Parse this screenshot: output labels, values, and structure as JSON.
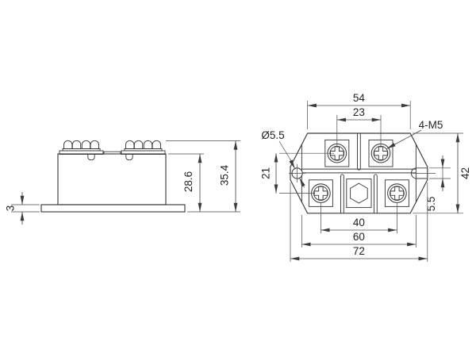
{
  "drawing": {
    "side_view": {
      "base_thickness": "3",
      "body_height": "28.6",
      "overall_height": "35.4"
    },
    "top_view": {
      "terminal_span": "54",
      "top_screw_spacing": "23",
      "thread_callout": "4-M5",
      "mount_hole_dia": "Ø5.5",
      "screw_row_spacing": "21",
      "body_height": "42",
      "slot_width": "5.5",
      "bottom_screw_spacing": "40",
      "body_width": "60",
      "overall_width": "72"
    },
    "colors": {
      "line": "#3c3c3c",
      "text": "#232323",
      "background": "#ffffff"
    }
  }
}
